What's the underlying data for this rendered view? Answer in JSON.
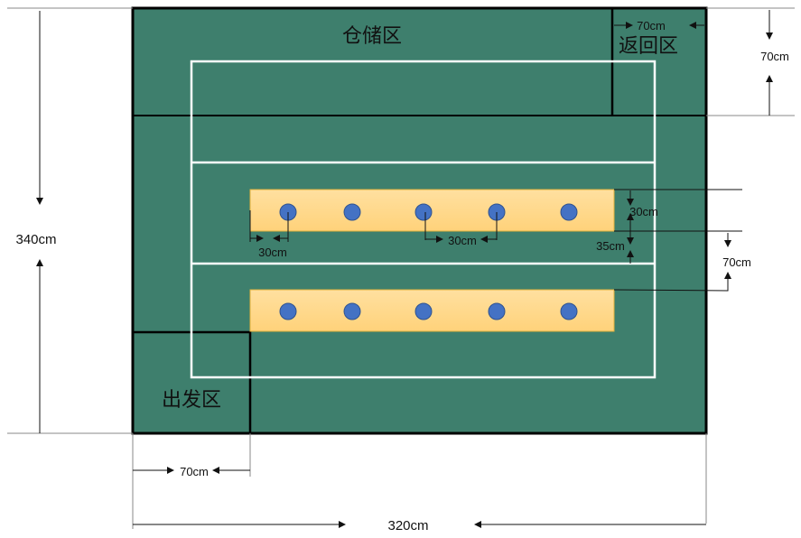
{
  "zones": {
    "storage": "仓储区",
    "return": "返回区",
    "start": "出发区"
  },
  "dimensions": {
    "total_height": "340cm",
    "total_width": "320cm",
    "start_zone_width": "70cm",
    "return_zone_width": "70cm",
    "return_zone_height": "70cm",
    "first_dot_offset": "30cm",
    "dot_spacing": "30cm",
    "bar_height": "30cm",
    "bar_gap_to_line": "35cm",
    "bar_pitch": "70cm"
  },
  "colors": {
    "board": "#3E7F6D",
    "bar_top": "#FFE0A0",
    "bar_bottom": "#FFD27A",
    "dot": "#4472C4"
  },
  "rows": [
    {
      "dots": 5
    },
    {
      "dots": 5
    }
  ]
}
